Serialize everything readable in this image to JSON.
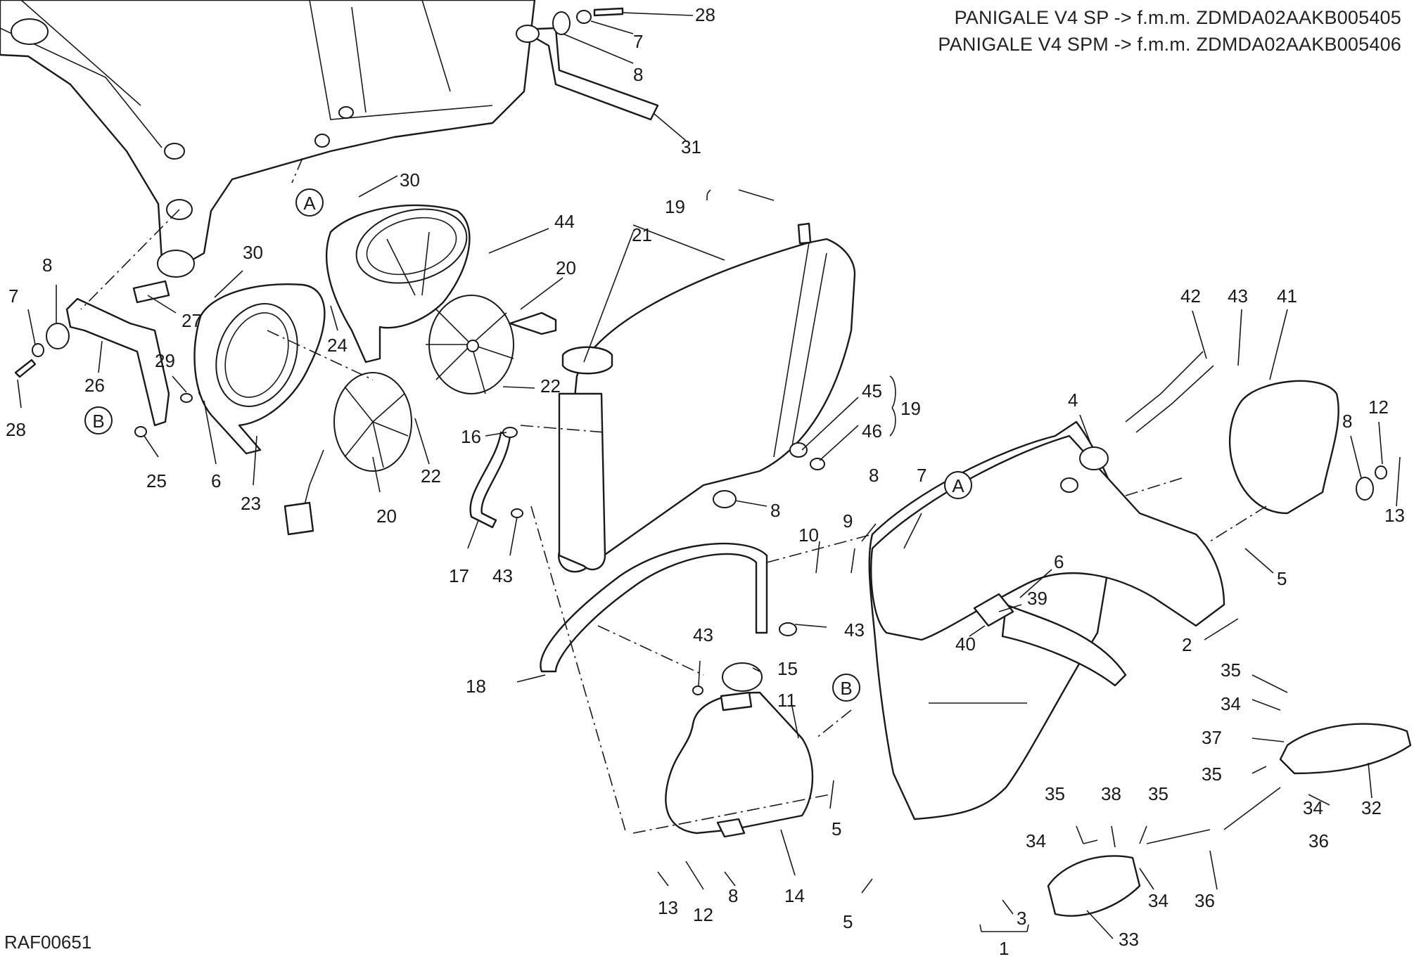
{
  "header": {
    "line1": "PANIGALE V4 SP -> f.m.m. ZDMDA02AAKB005405",
    "line2": "PANIGALE V4 SPM -> f.m.m. ZDMDA02AAKB005406"
  },
  "drawing_code": "RAF00651",
  "refs": {
    "a": "A",
    "b": "B"
  },
  "labels": {
    "n28a": "28",
    "n7a": "7",
    "n8a": "8",
    "n31": "31",
    "n30a": "30",
    "n44": "44",
    "n20a": "20",
    "n30b": "30",
    "n27": "27",
    "n24": "24",
    "n8b": "8",
    "n7b": "7",
    "n26": "26",
    "n29": "29",
    "n28b": "28",
    "n25": "25",
    "n6a": "6",
    "n23": "23",
    "n22a": "22",
    "n22b": "22",
    "n20b": "20",
    "n19a": "19",
    "n21": "21",
    "n16": "16",
    "n17": "17",
    "n43a": "43",
    "n45": "45",
    "n46": "46",
    "n19b": "19",
    "n8c": "8",
    "n42": "42",
    "n43b": "43",
    "n41": "41",
    "n4": "4",
    "n12a": "12",
    "n8d": "8",
    "n13a": "13",
    "n5a": "5",
    "n8e": "8",
    "n7c": "7",
    "n10": "10",
    "n9": "9",
    "n6b": "6",
    "n39": "39",
    "n40": "40",
    "n2": "2",
    "n43c": "43",
    "n18": "18",
    "n43d": "43",
    "n15": "15",
    "n11": "11",
    "n35a": "35",
    "n34a": "34",
    "n37": "37",
    "n35b": "35",
    "n34b": "34",
    "n32": "32",
    "n36a": "36",
    "n5b": "5",
    "n14": "14",
    "n35c": "35",
    "n38": "38",
    "n35d": "35",
    "n34c": "34",
    "n34d": "34",
    "n36b": "36",
    "n13b": "13",
    "n12b": "12",
    "n8f": "8",
    "n5c": "5",
    "n3": "3",
    "n1": "1",
    "n33": "33"
  }
}
